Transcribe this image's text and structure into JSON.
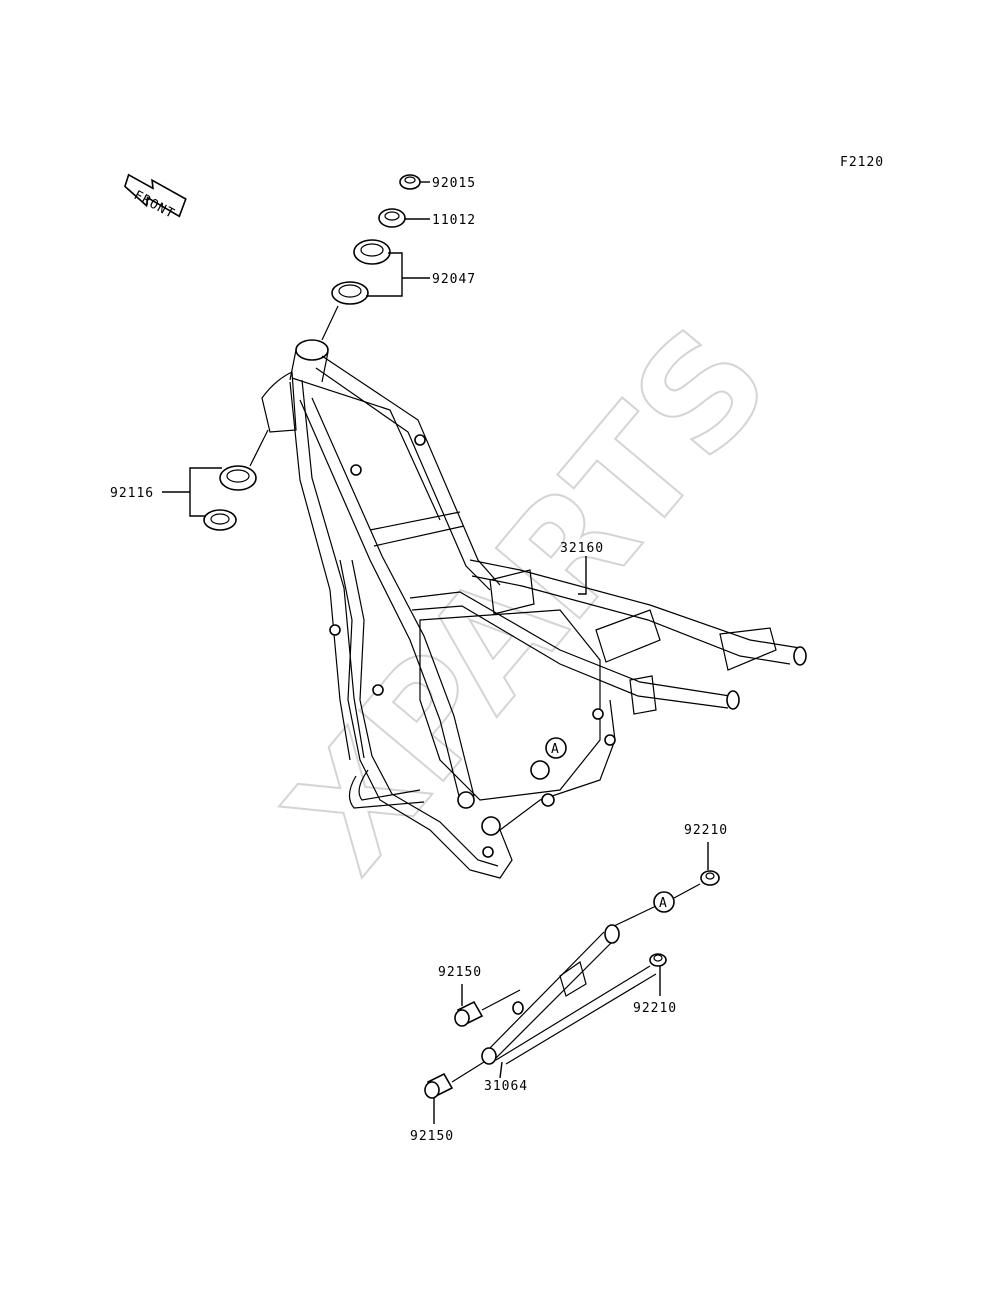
{
  "figure_code": "F2120",
  "front_label": "FRONT",
  "watermark": "XPARTS",
  "ref_marker": "A",
  "callouts": {
    "p92015": "92015",
    "p11012": "11012",
    "p92047": "92047",
    "p92116": "92116",
    "p32160": "32160",
    "p92210a": "92210",
    "p92210b": "92210",
    "p92150a": "92150",
    "p92150b": "92150",
    "p31064": "31064"
  }
}
